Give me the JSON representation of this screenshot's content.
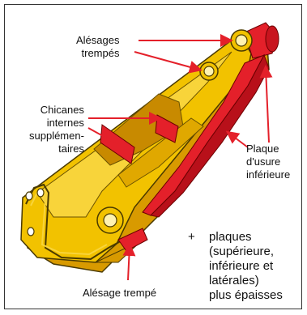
{
  "labels": {
    "bores_top": [
      "Alésages",
      "trempés"
    ],
    "baffles": [
      "Chicanes",
      "internes",
      "supplémen-",
      "taires"
    ],
    "wear_plate": [
      "Plaque",
      "d'usure",
      "inférieure"
    ],
    "bore_bottom": "Alésage trempé",
    "plates_plus": "+",
    "plates": [
      "plaques",
      "(supérieure,",
      "inférieure et",
      "latérales)",
      "plus épaisses"
    ]
  },
  "colors": {
    "boom_yellow": "#F2C200",
    "boom_dark": "#D89A00",
    "highlight_red": "#E4202A",
    "arrow_red": "#E4202A",
    "outline": "#4a3a00"
  }
}
